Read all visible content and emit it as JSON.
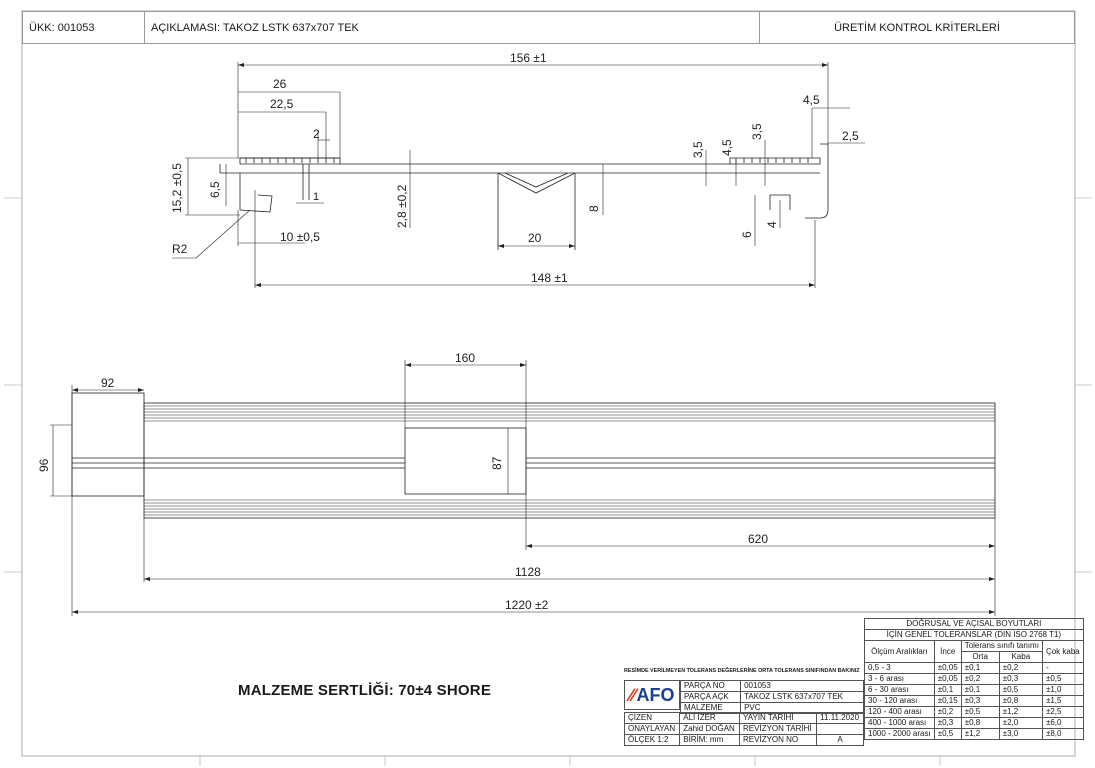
{
  "header": {
    "ukk": "ÜKK: 001053",
    "description": "AÇIKLAMASI: TAKOZ LSTK 637x707 TEK",
    "criteria": "ÜRETİM KONTROL KRİTERLERİ"
  },
  "profile_dims": {
    "overall_width": "156 ±1",
    "d26": "26",
    "d22_5": "22,5",
    "d2": "2",
    "d1": "1",
    "d15_2": "15,2 ±0,5",
    "d6_5": "6,5",
    "r2": "R2",
    "d10": "10 ±0,5",
    "d2_8": "2,8 ±0,2",
    "d20": "20",
    "d8": "8",
    "d148": "148 ±1",
    "d4_5_top": "4,5",
    "d2_5": "2,5",
    "d3_5_a": "3,5",
    "d4_5_b": "4,5",
    "d3_5_b": "3,5",
    "d6": "6",
    "d4": "4"
  },
  "plan_dims": {
    "d92": "92",
    "d96": "96",
    "d160": "160",
    "d87": "87",
    "d620": "620",
    "d1128": "1128",
    "d1220": "1220 ±2"
  },
  "hardness": "MALZEME SERTLİĞİ: 70±4 SHORE",
  "tolerance": {
    "title1": "DOĞRUSAL VE AÇISAL BOYUTLARI",
    "title2": "İÇİN GENEL TOLERANSLAR (DIN ISO 2768 T1)",
    "col_range": "Ölçüm Aralıkları",
    "col_fine": "İnce",
    "col_class": "Tolerans sınıfı tanımı",
    "col_vcoarse": "Çok kaba",
    "col_medium": "Orta",
    "col_coarse": "Kaba",
    "rows": [
      [
        "0,5 - 3",
        "±0,05",
        "±0,1",
        "±0,2",
        "-"
      ],
      [
        "3 - 6 arası",
        "±0,05",
        "±0,2",
        "±0,3",
        "±0,5"
      ],
      [
        "6 - 30 arası",
        "±0,1",
        "±0,1",
        "±0,5",
        "±1,0"
      ],
      [
        "30 - 120 arası",
        "±0,15",
        "±0,3",
        "±0,8",
        "±1,5"
      ],
      [
        "120 - 400 arası",
        "±0,2",
        "±0,5",
        "±1,2",
        "±2,5"
      ],
      [
        "400 - 1000 arası",
        "±0,3",
        "±0,8",
        "±2,0",
        "±6,0"
      ],
      [
        "1000 - 2000 arası",
        "±0,5",
        "±1,2",
        "±3,0",
        "±8,0"
      ]
    ]
  },
  "title_block": {
    "note": "RESİMDE VERİLMEYEN TOLERANS DEĞERLERİNE ORTA TOLERANS SINIFINDAN BAKINIZ",
    "logo": "AFO",
    "part_no_label": "PARÇA NO",
    "part_no": "001053",
    "part_desc_label": "PARÇA AÇK",
    "part_desc": "TAKOZ LSTK 637x707 TEK",
    "material_label": "MALZEME",
    "material": "PVC",
    "drawn_label": "ÇİZEN",
    "drawn_by": "ALİ İZER",
    "pub_date_label": "YAYIN TARİHİ",
    "pub_date": "11.11.2020",
    "approved_label": "ONAYLAYAN",
    "approved_by": "Zahid DOĞAN",
    "rev_date_label": "REVİZYON TARİHİ",
    "rev_date": "",
    "scale_label": "ÖLÇEK",
    "scale": "1:2",
    "unit_label": "BİRİM:",
    "unit": "mm",
    "rev_no_label": "REVİZYON NO",
    "rev_no": "A"
  }
}
